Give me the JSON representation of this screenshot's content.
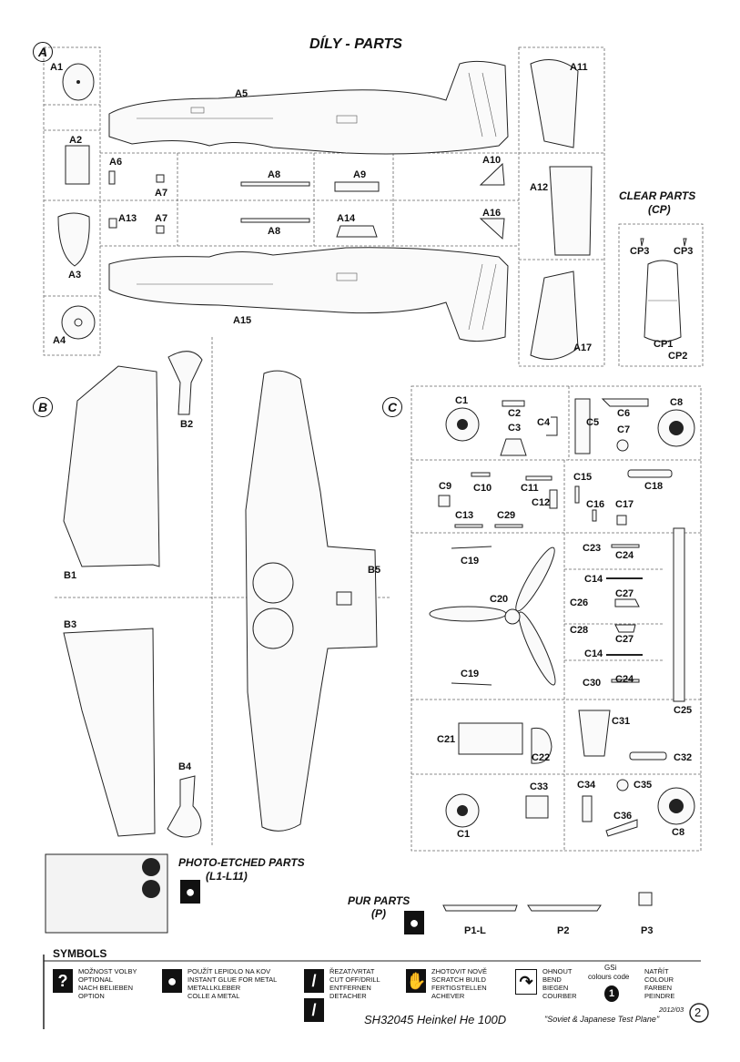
{
  "header": {
    "title": "DÍLY  -  PARTS"
  },
  "sprues": {
    "a": "A",
    "b": "B",
    "c": "C"
  },
  "labels_a": {
    "a1": "A1",
    "a2": "A2",
    "a3": "A3",
    "a4": "A4",
    "a5": "A5",
    "a6": "A6",
    "a7_top": "A7",
    "a7_bottom": "A7",
    "a8_top": "A8",
    "a8_bottom": "A8",
    "a9": "A9",
    "a10": "A10",
    "a11": "A11",
    "a12": "A12",
    "a13": "A13",
    "a14": "A14",
    "a15": "A15",
    "a16": "A16",
    "a17": "A17"
  },
  "clear_parts": {
    "title_line1": "CLEAR PARTS",
    "title_line2": "(CP)",
    "cp3_left": "CP3",
    "cp3_right": "CP3",
    "cp1": "CP1",
    "cp2": "CP2"
  },
  "labels_b": {
    "b1": "B1",
    "b2": "B2",
    "b3": "B3",
    "b4": "B4",
    "b5": "B5"
  },
  "labels_c": {
    "c1_top": "C1",
    "c2": "C2",
    "c3": "C3",
    "c4": "C4",
    "c5": "C5",
    "c6": "C6",
    "c7": "C7",
    "c8_top": "C8",
    "c9": "C9",
    "c10": "C10",
    "c11": "C11",
    "c12": "C12",
    "c13": "C13",
    "c29": "C29",
    "c15": "C15",
    "c16": "C16",
    "c17": "C17",
    "c18": "C18",
    "c19_top": "C19",
    "c23": "C23",
    "c24_top": "C24",
    "c14_top": "C14",
    "c20": "C20",
    "c26": "C26",
    "c27_top": "C27",
    "c28": "C28",
    "c27_bottom": "C27",
    "c14_bottom": "C14",
    "c19_bottom": "C19",
    "c30": "C30",
    "c24_bottom": "C24",
    "c25": "C25",
    "c21": "C21",
    "c22": "C22",
    "c31": "C31",
    "c32": "C32",
    "c33": "C33",
    "c34": "C34",
    "c35": "C35",
    "c1_bottom": "C1",
    "c36": "C36",
    "c8_bottom": "C8"
  },
  "photo_etched": {
    "line1": "PHOTO-ETCHED PARTS",
    "line2": "(L1-L11)"
  },
  "pur_parts": {
    "line1": "PUR PARTS",
    "line2": "(P)",
    "p1": "P1-L",
    "p2": "P2",
    "p3": "P3"
  },
  "symbols": {
    "heading": "SYMBOLS",
    "items": [
      {
        "icon": "?",
        "text": "MOŽNOST VOLBY\nOPTIONAL\nNACH BELIEBEN\nOPTION"
      },
      {
        "icon": "drop",
        "text": "POUŽÍT LEPIDLO NA KOV\nINSTANT GLUE FOR METAL\nMETALLKLEBER\nCOLLE A METAL"
      },
      {
        "icon": "cut",
        "text": "ŘEZAT/VRTAT\nCUT OFF/DRILL\nENTFERNEN\nDETACHER"
      },
      {
        "icon": "hand",
        "text": "ZHOTOVIT NOVĚ\nSCRATCH BUILD\nFERTIGSTELLEN\nACHEVER"
      },
      {
        "icon": "bend",
        "text": "OHNOUT\nBEND\nBIEGEN\nCOURBER"
      }
    ],
    "gsi_line1": "GSi",
    "gsi_line2": "colours code",
    "gsi_number": "1",
    "paint_text": "NATŘÍT\nCOLOUR\nFARBEN\nPEINDRE"
  },
  "footer": {
    "date": "2012/03",
    "product": "SH32045 Heinkel He 100D",
    "subtitle": "\"Soviet & Japanese Test Plane\"",
    "page": "2"
  }
}
